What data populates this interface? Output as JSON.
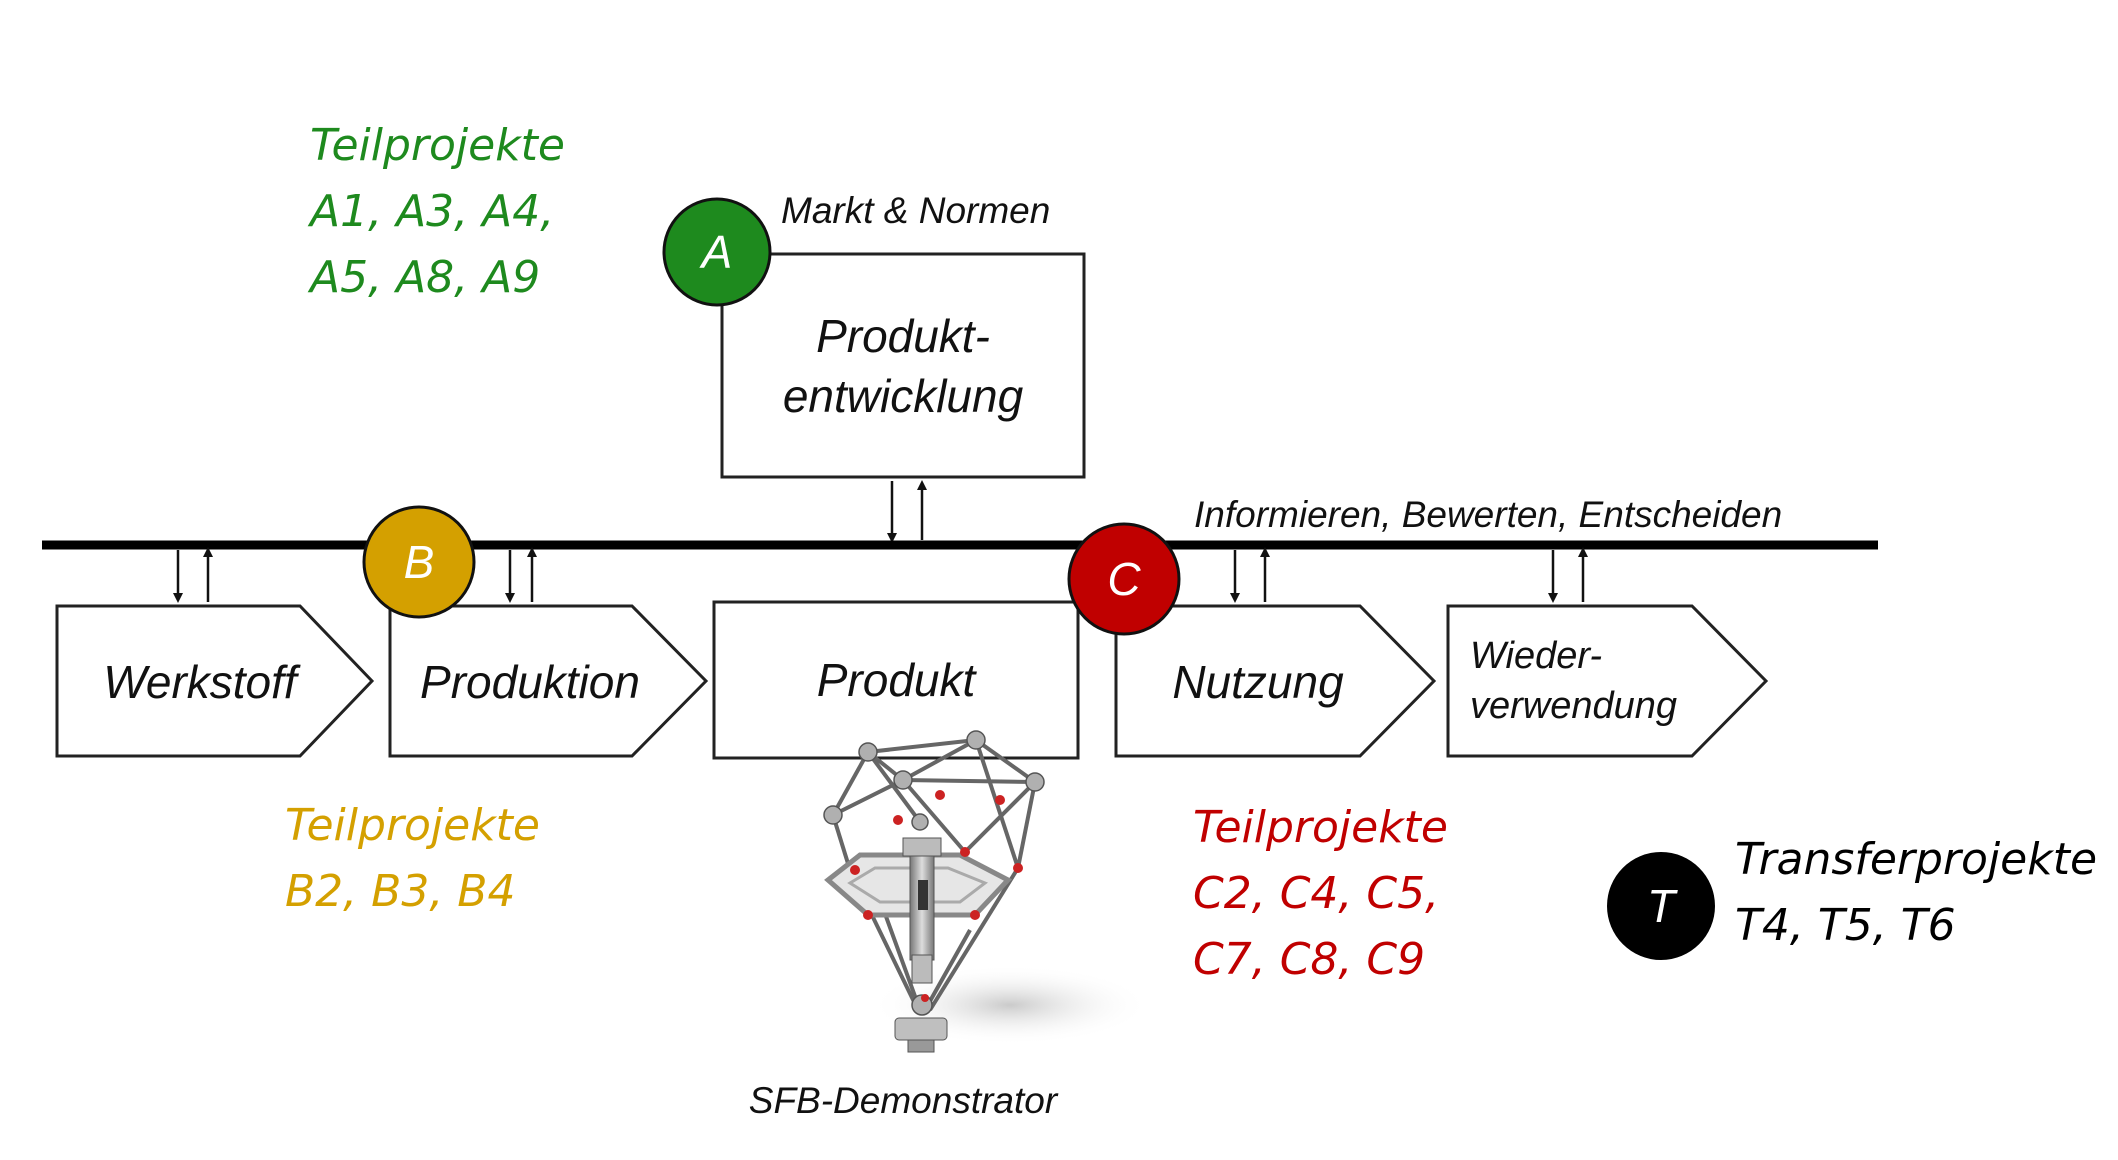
{
  "colors": {
    "green": "#1e8a1e",
    "gold": "#d4a000",
    "red": "#c00000",
    "black": "#000000",
    "line": "#111111"
  },
  "product_development": {
    "label_line1": "Produkt-",
    "label_line2": "entwicklung",
    "badge": "A",
    "annotation": "Markt & Normen"
  },
  "info_line_label": "Informieren, Bewerten, Entscheiden",
  "stages": {
    "werkstoff": "Werkstoff",
    "produktion": "Produktion",
    "produkt": "Produkt",
    "nutzung": "Nutzung",
    "wiederverwendung_line1": "Wieder-",
    "wiederverwendung_line2": "verwendung"
  },
  "badges": {
    "b": "B",
    "c": "C",
    "t": "T"
  },
  "projects": {
    "a": {
      "line1": "Teilprojekte",
      "line2": "A1, A3, A4,",
      "line3": "A5, A8, A9"
    },
    "b": {
      "line1": "Teilprojekte",
      "line2": "B2, B3, B4"
    },
    "c": {
      "line1": "Teilprojekte",
      "line2": "C2, C4, C5,",
      "line3": "C7, C8, C9"
    },
    "t": {
      "line1": "Transferprojekte",
      "line2": "T4, T5, T6"
    }
  },
  "demonstrator_caption": "SFB-Demonstrator",
  "icons": {
    "demonstrator": "truss-structure-illustration",
    "arrows": "bidirectional-arrow-icon"
  }
}
